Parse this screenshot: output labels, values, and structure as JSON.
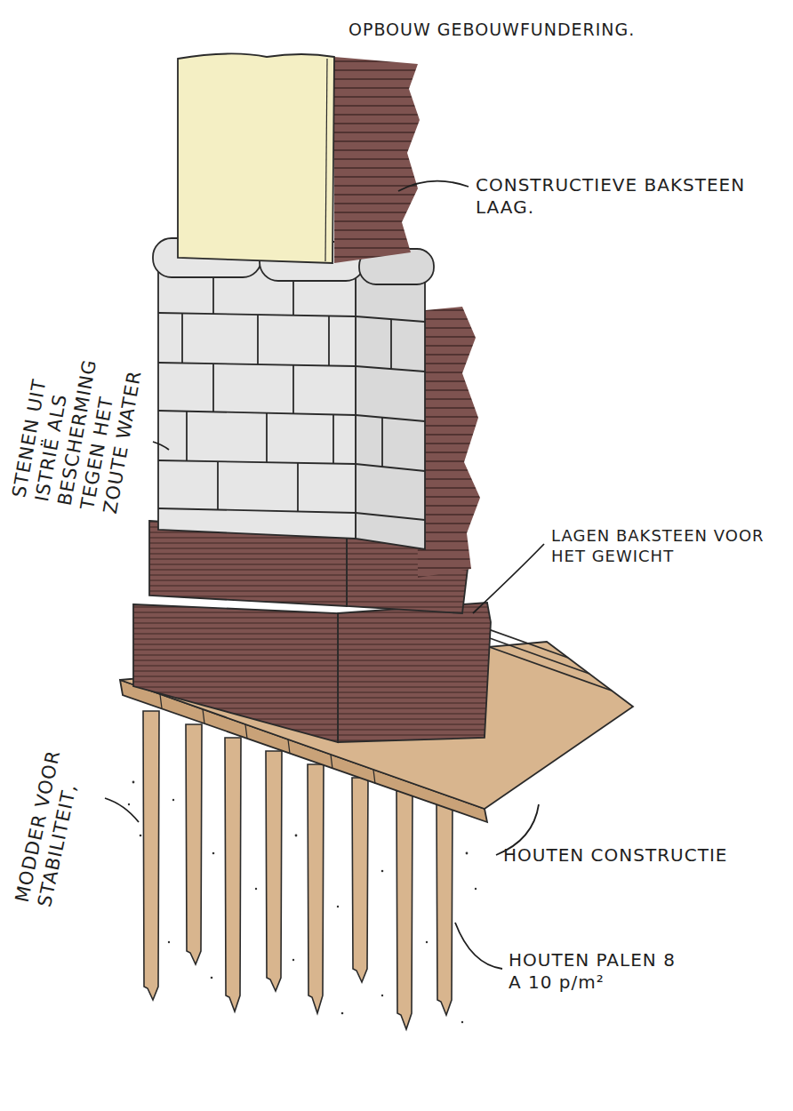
{
  "diagram": {
    "title": "OPBOUW GEBOUWFUNDERING.",
    "labels": [
      "CONSTRUCTIEVE BAKSTEEN LAAG.",
      "STENEN UIT ISTRIË ALS BESCHERMING TEGEN HET ZOUTE WATER",
      "LAGEN BAKSTEEN VOOR HET GEWICHT",
      "MODDER VOOR STABILITEIT,",
      "HOUTEN CONSTRUCTIE",
      "HOUTEN PALEN 8 A 10 p/m²"
    ]
  }
}
